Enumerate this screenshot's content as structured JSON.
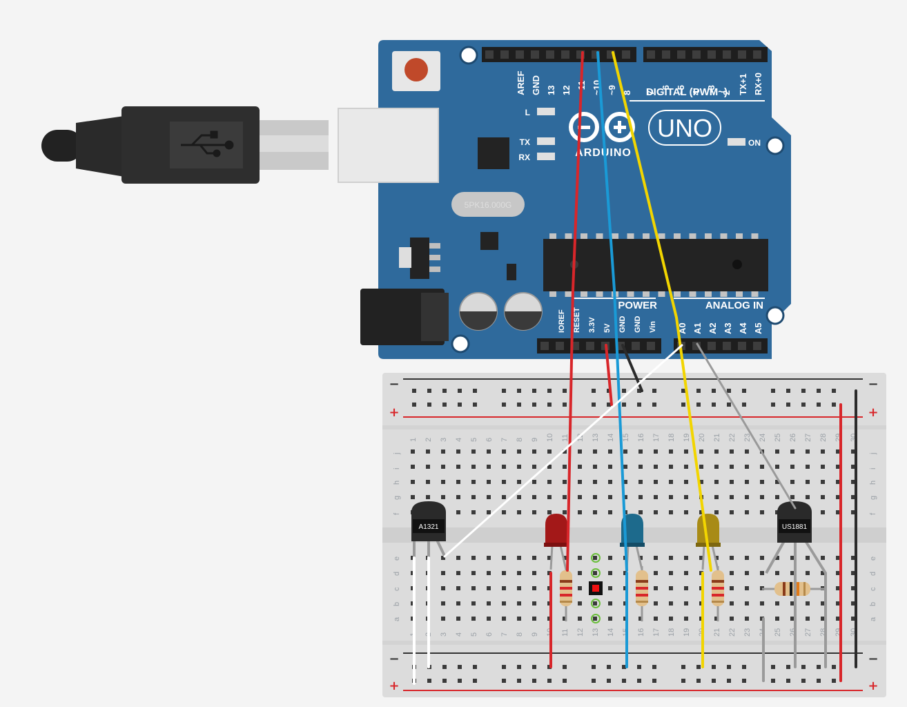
{
  "board": {
    "brand": "ARDUINO",
    "model": "UNO",
    "crystal": "5PK16.000G",
    "header_digital": "DIGITAL (PWM~)",
    "header_power": "POWER",
    "header_analog": "ANALOG IN",
    "led_l": "L",
    "led_tx": "TX",
    "led_rx": "RX",
    "led_on": "ON",
    "digital_pins": [
      "AREF",
      "GND",
      "13",
      "12",
      "~11",
      "~10",
      "~9",
      "8",
      "7",
      "~6",
      "~5",
      "4",
      "~3",
      "2",
      "TX+1",
      "RX+0"
    ],
    "power_pins": [
      "IOREF",
      "RESET",
      "3.3V",
      "5V",
      "GND",
      "GND",
      "Vin"
    ],
    "analog_pins": [
      "A0",
      "A1",
      "A2",
      "A3",
      "A4",
      "A5"
    ]
  },
  "breadboard": {
    "row_letters_top": [
      "j",
      "i",
      "h",
      "g",
      "f"
    ],
    "row_letters_bottom": [
      "e",
      "d",
      "c",
      "b",
      "a"
    ],
    "column_numbers": [
      "1",
      "2",
      "3",
      "4",
      "5",
      "6",
      "7",
      "8",
      "9",
      "10",
      "11",
      "12",
      "13",
      "14",
      "15",
      "16",
      "17",
      "18",
      "19",
      "20",
      "21",
      "22",
      "23",
      "24",
      "25",
      "26",
      "27",
      "28",
      "29",
      "30"
    ],
    "rail_minus": "−",
    "rail_plus": "+"
  },
  "sensors": {
    "left_label": "A1321",
    "right_label": "US1881"
  },
  "colors": {
    "board_blue": "#2f6a9c",
    "wire_red": "#d8262a",
    "wire_blue": "#1a9ad6",
    "wire_yellow": "#f2d500",
    "wire_white": "#ffffff",
    "wire_gray": "#9a9a9a",
    "wire_black": "#2b2b2b",
    "led_red": "#a31818",
    "led_blue": "#1d6a8c",
    "led_yellow": "#a88b16"
  }
}
